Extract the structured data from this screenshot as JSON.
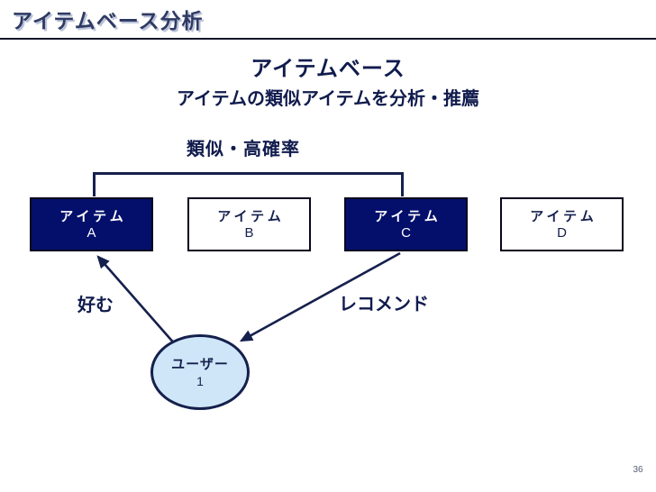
{
  "slide": {
    "title": "アイテムベース分析",
    "heading": "アイテムベース",
    "subheading": "アイテムの類似アイテムを分析・推薦",
    "bracket_label": "類似・高確率",
    "items": [
      {
        "label": "アイテム",
        "letter": "A",
        "style": "filled"
      },
      {
        "label": "アイテム",
        "letter": "B",
        "style": "outline"
      },
      {
        "label": "アイテム",
        "letter": "C",
        "style": "filled"
      },
      {
        "label": "アイテム",
        "letter": "D",
        "style": "outline"
      }
    ],
    "edges": [
      {
        "label": "好む",
        "from": "ユーザー 1",
        "to": "アイテム A"
      },
      {
        "label": "レコメンド",
        "from": "アイテム C",
        "to": "ユーザー 1"
      }
    ],
    "user": {
      "label": "ユーザー",
      "id": "1"
    },
    "page_number": "36",
    "colors": {
      "navy_text": "#101b4d",
      "line_navy": "#15204d",
      "box_fill": "#040f6b",
      "box_text_light": "#ffffff",
      "ellipse_fill": "#cfe6f8",
      "title_shadow": "#b4bdd4"
    }
  }
}
